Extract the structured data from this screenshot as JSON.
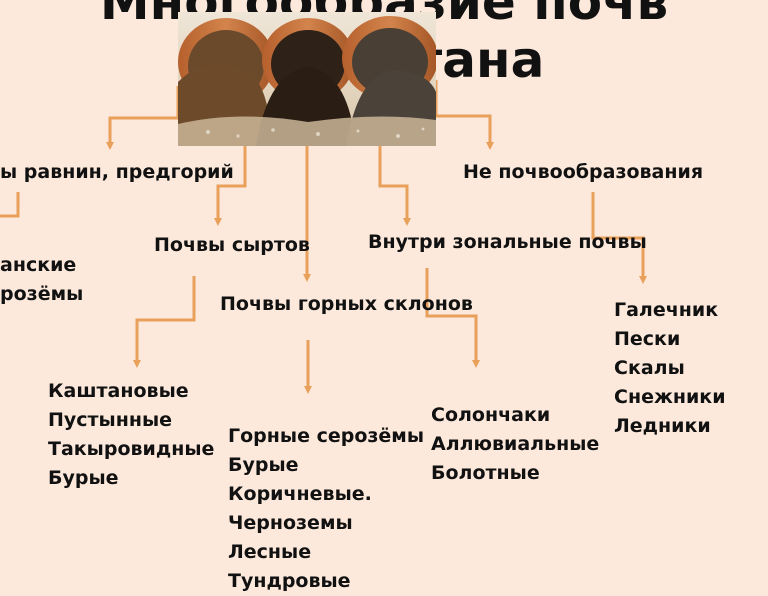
{
  "title": {
    "line1": "Многообразие почв",
    "line2": "стана"
  },
  "categories": {
    "plains": "ы равнин, предгорий",
    "deserts": "Почвы сыртов",
    "mountains": "Почвы горных склонов",
    "intrazonal": "Внутри зональные почвы",
    "non_soil": "Не почвообразования"
  },
  "lists": {
    "plains": [
      "анские",
      "розёмы"
    ],
    "deserts": [
      "Каштановые",
      "Пустынные",
      "Такыровидные",
      "Бурые"
    ],
    "mountains": [
      "Горные серозёмы",
      "Бурые",
      "Коричневые.",
      "Черноземы",
      "Лесные",
      "Тундровые"
    ],
    "intrazonal": [
      "Солончаки",
      "Аллювиальные",
      "Болотные"
    ],
    "non_soil": [
      "Галечник",
      "Пески",
      "Скалы",
      "Снежники",
      "Ледники"
    ]
  },
  "colors": {
    "background": "#fce9dc",
    "arrow": "#e8a05a"
  }
}
